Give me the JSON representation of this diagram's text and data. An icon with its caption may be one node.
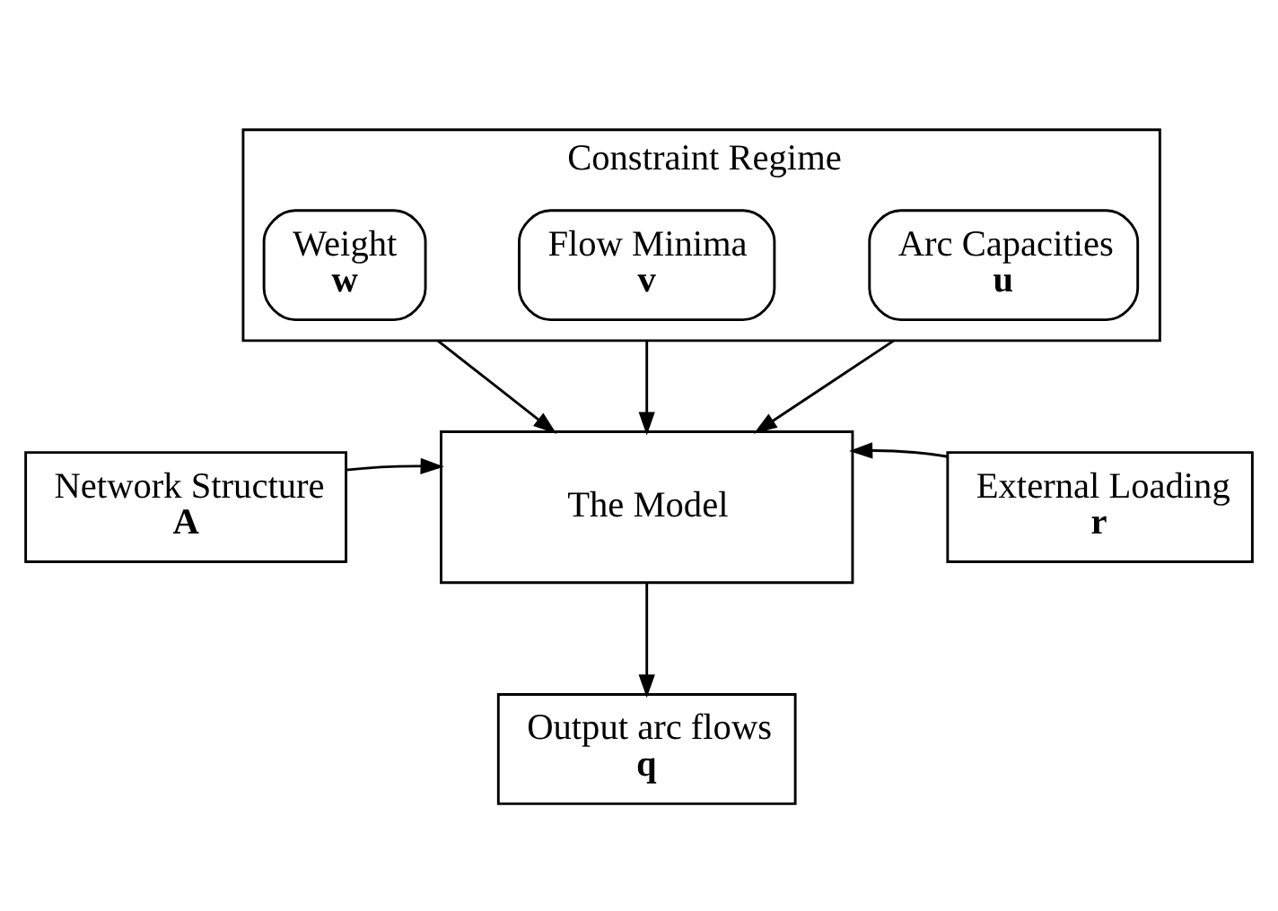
{
  "diagram": {
    "nodes": [
      {
        "text": [
          "Constraint Regime"
        ]
      },
      {
        "text": [
          "Arc Capacities",
          "u"
        ],
        "in": 0
      },
      {
        "text": [
          "Flow Minima",
          "v"
        ],
        "in": 0
      },
      {
        "text": [
          "Weight",
          "w"
        ],
        "in": 0
      },
      {
        "text": [
          "Network Structure",
          "A"
        ]
      },
      {
        "text": [
          "The Model"
        ]
      },
      {
        "text": [
          "External Loading",
          "r"
        ]
      },
      {
        "text": [
          "Output arc flows",
          "q"
        ]
      }
    ],
    "edges": [
      {
        "from": 0,
        "to": 5,
        "arrow": "to"
      },
      {
        "from": 0,
        "to": 5,
        "arrow": "to"
      },
      {
        "from": 0,
        "to": 5,
        "arrow": "to"
      },
      {
        "from": 4,
        "to": 5,
        "arrow": "to"
      },
      {
        "from": 6,
        "to": 5,
        "arrow": "to"
      },
      {
        "from": 5,
        "to": 7,
        "arrow": "to"
      }
    ]
  }
}
